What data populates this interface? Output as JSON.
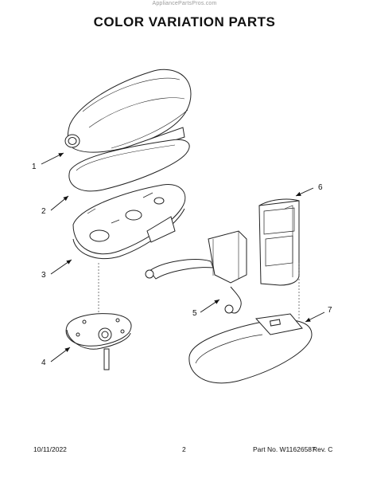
{
  "watermark": "AppliancePartsPros.com",
  "title": "COLOR VARIATION PARTS",
  "callouts": [
    "1",
    "2",
    "3",
    "4",
    "5",
    "6",
    "7"
  ],
  "footer": {
    "date": "10/11/2022",
    "page": "2",
    "part_no": "Part No. W11626587",
    "rev": "Rev. C"
  }
}
